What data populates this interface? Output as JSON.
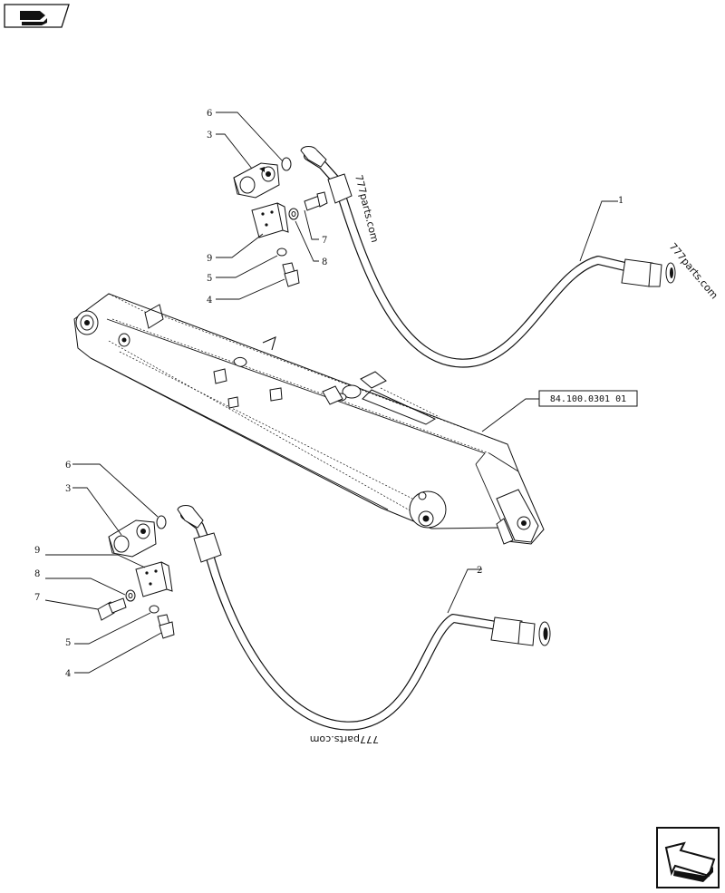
{
  "callouts_upper": [
    "6",
    "3",
    "9",
    "5",
    "4",
    "7",
    "8",
    "1"
  ],
  "callouts_lower": [
    "6",
    "3",
    "9",
    "8",
    "7",
    "5",
    "4",
    "2"
  ],
  "reference_label": "84.100.0301 01",
  "watermarks": [
    "777parts.com",
    "777parts.com",
    "777parts.com"
  ],
  "icons": {
    "top_left": "back-arrow-icon",
    "bottom_right": "next-page-arrow-icon"
  }
}
